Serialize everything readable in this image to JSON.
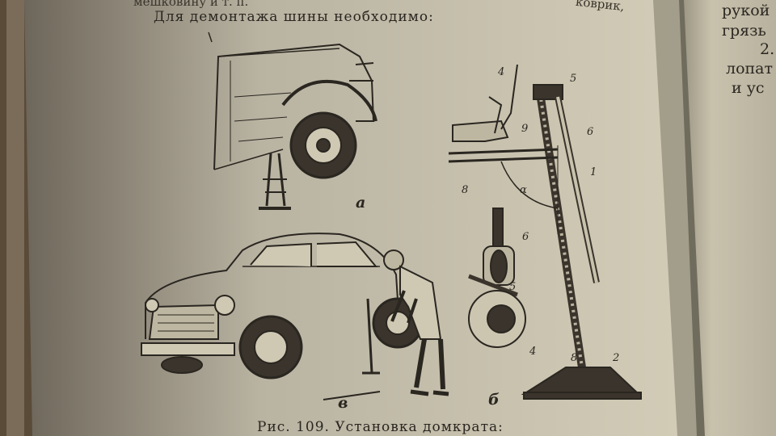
{
  "page": {
    "top_line": "мешковину и т. п.",
    "top_right": "коврик,",
    "heading": "Для демонтажа шины необходимо:",
    "caption": "Рис. 109. Установка домкрата:"
  },
  "right_page": {
    "lines": [
      "рукой",
      "грязь",
      "2.",
      "лопат",
      "и ус"
    ]
  },
  "figure_labels": {
    "a": "а",
    "b": "б",
    "v": "в",
    "n1": "1",
    "n2": "2",
    "n4a": "4",
    "n4b": "4",
    "n5a": "5",
    "n5b": "5",
    "n6a": "6",
    "n6b": "6",
    "n8a": "8",
    "n8b": "8",
    "n9": "9",
    "alpha": "α"
  },
  "colors": {
    "paper": "#d8d2bd",
    "ink": "#2a2620",
    "background": "#2b2620"
  }
}
